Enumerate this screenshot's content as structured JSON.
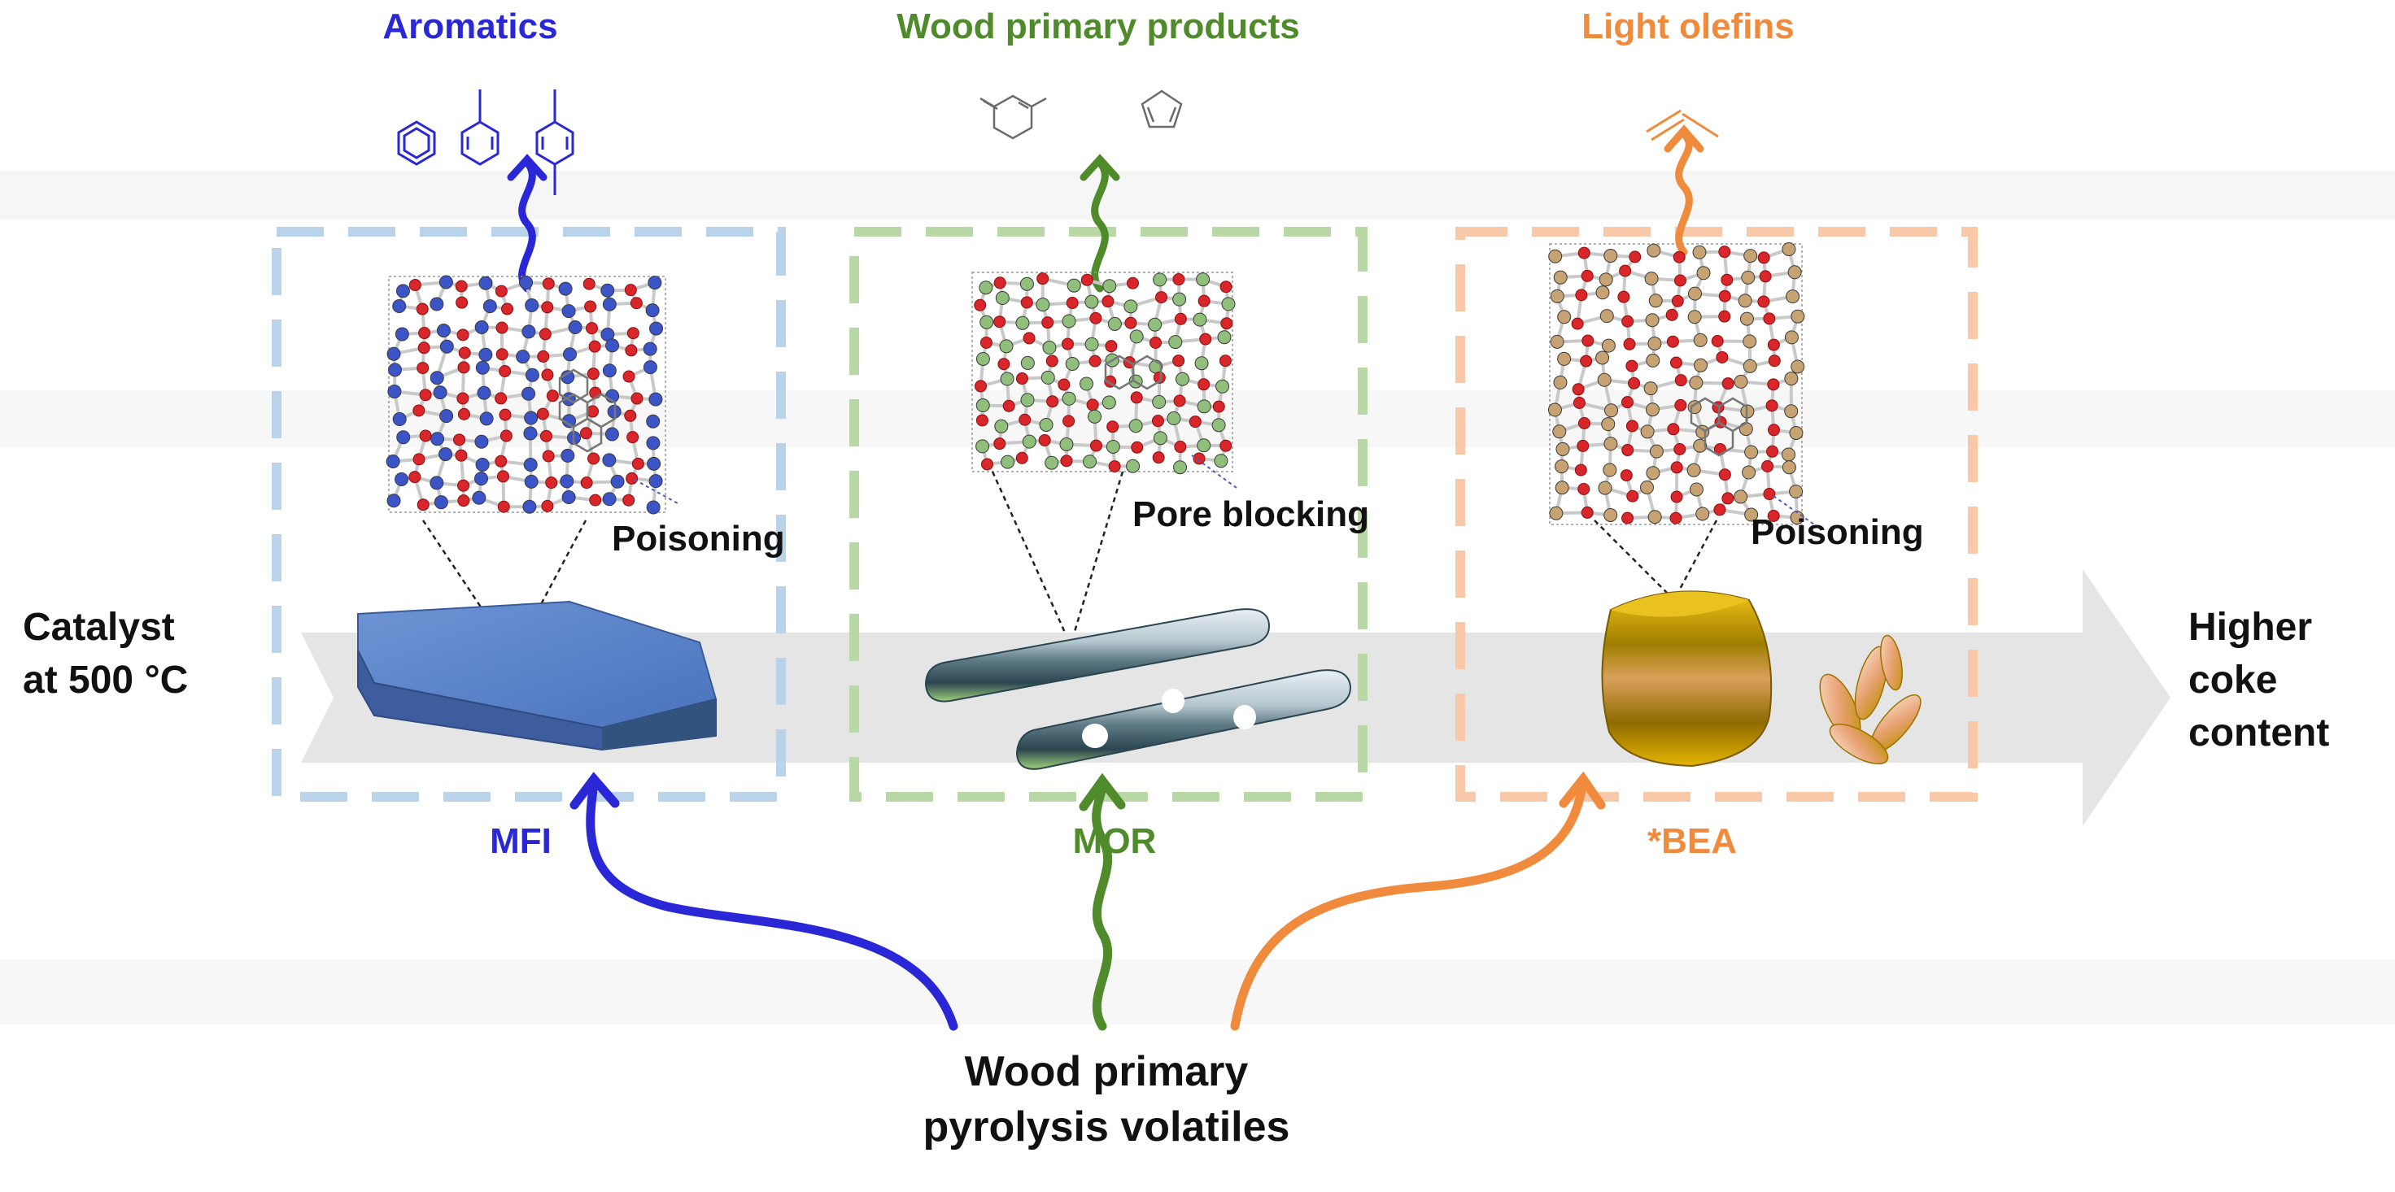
{
  "colors": {
    "mfi": "#2a27d6",
    "mor": "#4f8a2b",
    "bea": "#f08a3c",
    "mfi_box": "#b9d3ea",
    "mor_box": "#b8d9a5",
    "bea_box": "#f7c9a8",
    "arrow_band": "#e6e6e6",
    "text": "#111111"
  },
  "products": {
    "mfi": "Aromatics",
    "mor": "Wood primary products",
    "bea": "Light olefins"
  },
  "frameworks": {
    "mfi": "MFI",
    "mor": "MOR",
    "bea": "*BEA"
  },
  "deactivation": {
    "mfi": "Poisoning",
    "mor": "Pore blocking",
    "bea": "Poisoning"
  },
  "left_label": {
    "line1": "Catalyst",
    "line2": "at 500 °C"
  },
  "right_label": {
    "line1": "Higher",
    "line2": "coke",
    "line3": "content"
  },
  "feed": {
    "line1": "Wood primary",
    "line2": "pyrolysis volatiles"
  },
  "icons": {
    "molecules_mfi": [
      "benzene-icon",
      "toluene-icon",
      "p-xylene-icon"
    ],
    "molecules_mor": [
      "hydroxy-pyranone-icon",
      "furan-icon"
    ],
    "molecules_bea": [
      "propylene-icon"
    ]
  }
}
